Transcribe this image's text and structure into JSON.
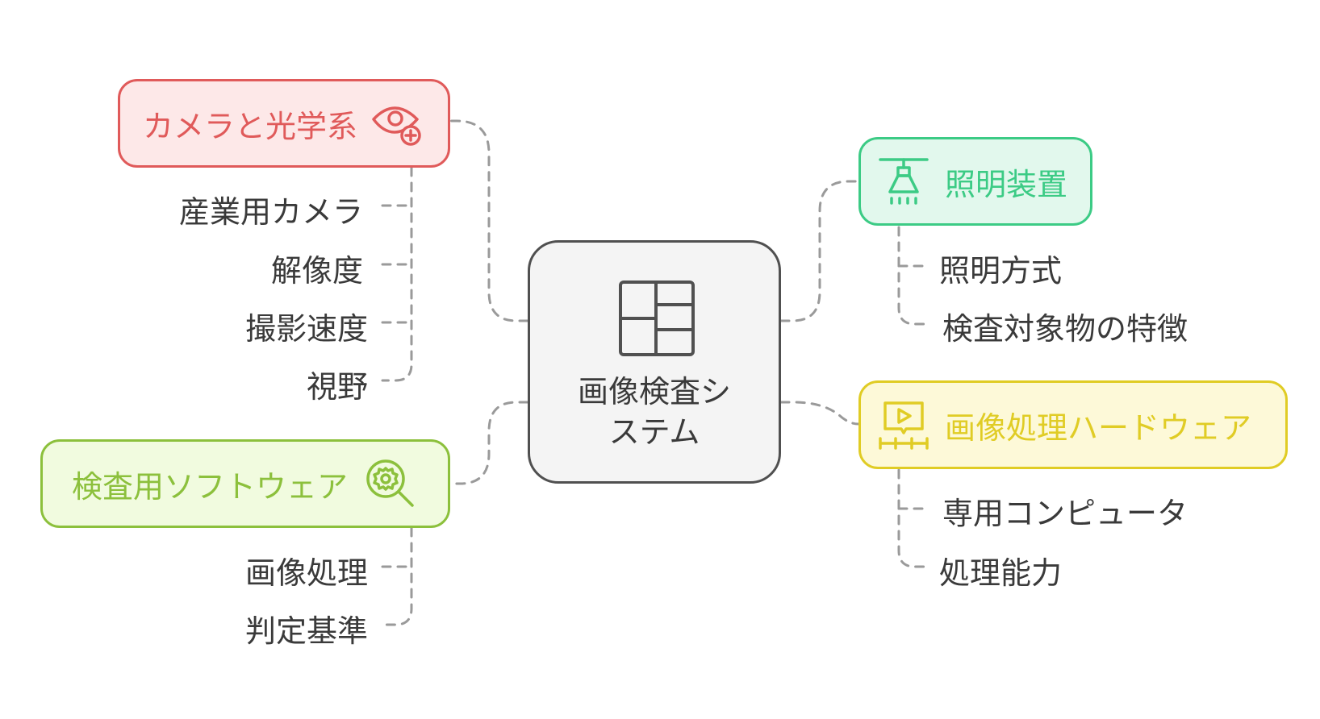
{
  "center": {
    "title": "画像検査システム",
    "icon": "layout-grid-icon"
  },
  "branches": {
    "camera": {
      "label": "カメラと光学系",
      "icon": "eye-plus-icon",
      "color": "#e05a5a",
      "fill": "#fde8e8",
      "items": [
        "産業用カメラ",
        "解像度",
        "撮影速度",
        "視野"
      ]
    },
    "software": {
      "label": "検査用ソフトウェア",
      "icon": "gear-search-icon",
      "color": "#8cc03c",
      "fill": "#f1fbdf",
      "items": [
        "画像処理",
        "判定基準"
      ]
    },
    "lighting": {
      "label": "照明装置",
      "icon": "ceiling-lamp-icon",
      "color": "#3ccb85",
      "fill": "#e2f8ed",
      "items": [
        "照明方式",
        "検査対象物の特徴"
      ]
    },
    "hardware": {
      "label": "画像処理ハードウェア",
      "icon": "video-play-icon",
      "color": "#e0cc25",
      "fill": "#fdf9d8",
      "items": [
        "専用コンピュータ",
        "処理能力"
      ]
    }
  },
  "connector_color": "#9a9a9a"
}
